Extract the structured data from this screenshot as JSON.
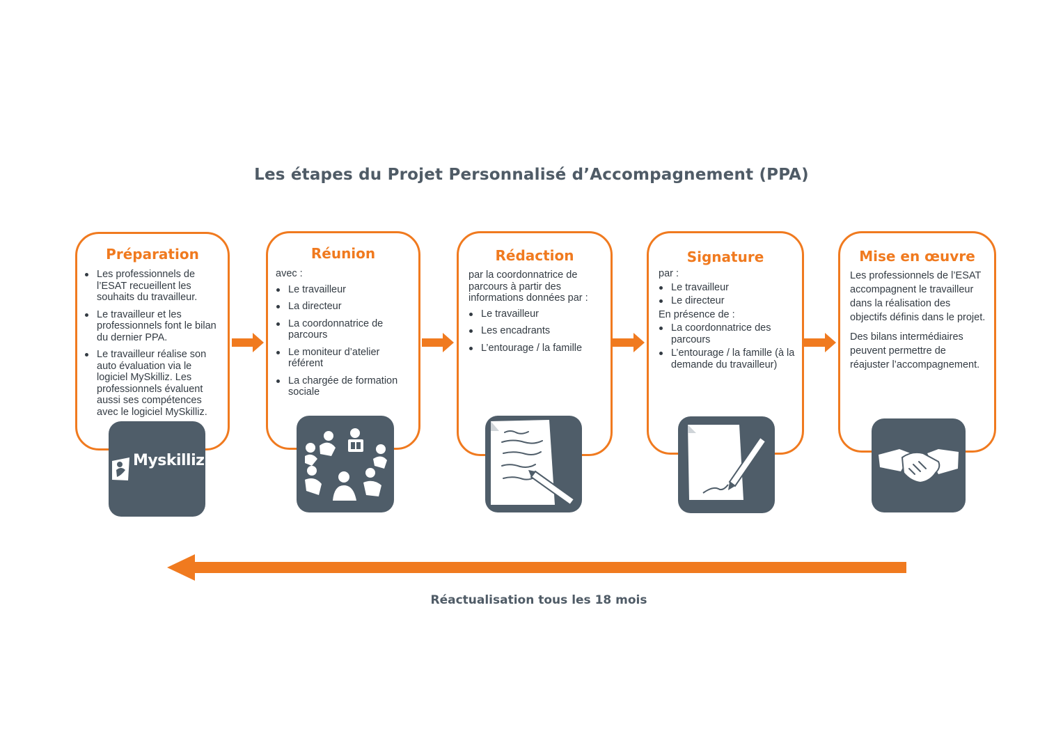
{
  "title": "Les étapes du Projet Personnalisé d’Accompagnement (PPA)",
  "footer": "Réactualisation tous les 18 mois",
  "colors": {
    "accent": "#f07a1f",
    "icon_bg": "#4f5d69",
    "text": "#333b43"
  },
  "steps": [
    {
      "title": "Préparation",
      "bullets": [
        "Les professionnels de l’ESAT recueillent les souhaits du travailleur.",
        "Le travailleur et les professionnels font le bilan du dernier PPA.",
        "Le travailleur réalise son auto évaluation via le logiciel MySkilliz. Les professionnels évaluent aussi ses compétences avec le logiciel MySkilliz."
      ],
      "icon": "myskilliz-logo",
      "logo_text": "Myskilliz"
    },
    {
      "title": "Réunion",
      "intro": "avec :",
      "bullets": [
        "Le travailleur",
        "La directeur",
        "La coordonnatrice de parcours",
        "Le moniteur d’atelier référent",
        "La chargée de formation sociale"
      ],
      "icon": "meeting-icon"
    },
    {
      "title": "Rédaction",
      "intro": "par la coordonnatrice de parcours à partir des informations données par :",
      "bullets": [
        "Le travailleur",
        "Les encadrants",
        "L’entourage / la famille"
      ],
      "icon": "writing-icon"
    },
    {
      "title": "Signature",
      "intro": "par :",
      "bullets": [
        "Le travailleur",
        "Le directeur"
      ],
      "intro2": "En présence de :",
      "bullets2": [
        "La coordonnatrice des parcours",
        "L’entourage / la famille (à la demande du travailleur)"
      ],
      "icon": "signature-icon"
    },
    {
      "title": "Mise en œuvre",
      "paragraphs": [
        "Les professionnels de l’ESAT accompagnent le travailleur dans la réalisation des objectifs définis dans le projet.",
        "Des bilans intermédiaires peuvent permettre de réajuster l’accompagnement."
      ],
      "icon": "handshake-icon"
    }
  ]
}
